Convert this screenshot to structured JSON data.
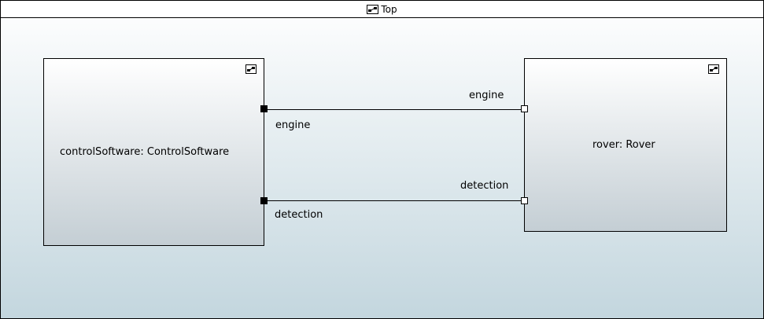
{
  "frame": {
    "title": "Top",
    "icon": "composite-structure-icon"
  },
  "parts": {
    "controlSoftware": {
      "label": "controlSoftware: ControlSoftware",
      "icon": "composite-structure-icon",
      "ports": {
        "engine": "engine",
        "detection": "detection"
      }
    },
    "rover": {
      "label": "rover: Rover",
      "icon": "composite-structure-icon",
      "ports": {
        "engine": "engine",
        "detection": "detection"
      }
    }
  },
  "colors": {
    "line": "#000000",
    "frame_gradient_end": "#c3d6de",
    "part_gradient_end": "#c4ced4"
  }
}
